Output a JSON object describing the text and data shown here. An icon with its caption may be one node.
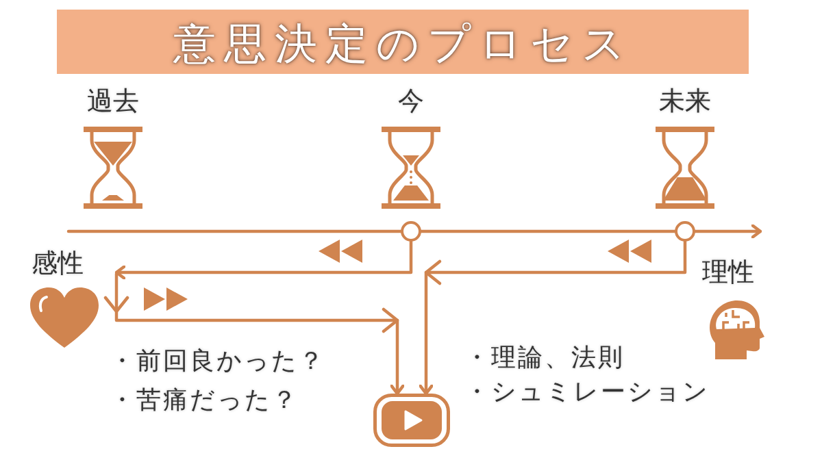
{
  "diagram": {
    "title": "意思決定のプロセス",
    "nodes": [
      {
        "text": [
          "過去"
        ]
      },
      {
        "text": [
          "今"
        ]
      },
      {
        "text": [
          "未来"
        ]
      },
      {
        "text": [],
        "shape": "circle"
      },
      {
        "text": [],
        "shape": "circle"
      },
      {
        "text": [
          "感性"
        ]
      },
      {
        "text": [
          "理性"
        ]
      },
      {
        "text": [],
        "shape": "box"
      }
    ],
    "edges": [
      {
        "from": null,
        "to": 3,
        "arrow": "none"
      },
      {
        "from": 3,
        "to": 4,
        "arrow": "none"
      },
      {
        "from": 4,
        "to": null,
        "arrow": "to"
      },
      {
        "from": 3,
        "to": 5,
        "arrow": "to"
      },
      {
        "from": 4,
        "to": 7,
        "arrow": "to"
      },
      {
        "from": 5,
        "to": 7,
        "arrow": "to"
      }
    ],
    "labels": [
      "・前回良かった？",
      "・苦痛だった？",
      "・理論、法則",
      "・シュミレーション"
    ]
  }
}
